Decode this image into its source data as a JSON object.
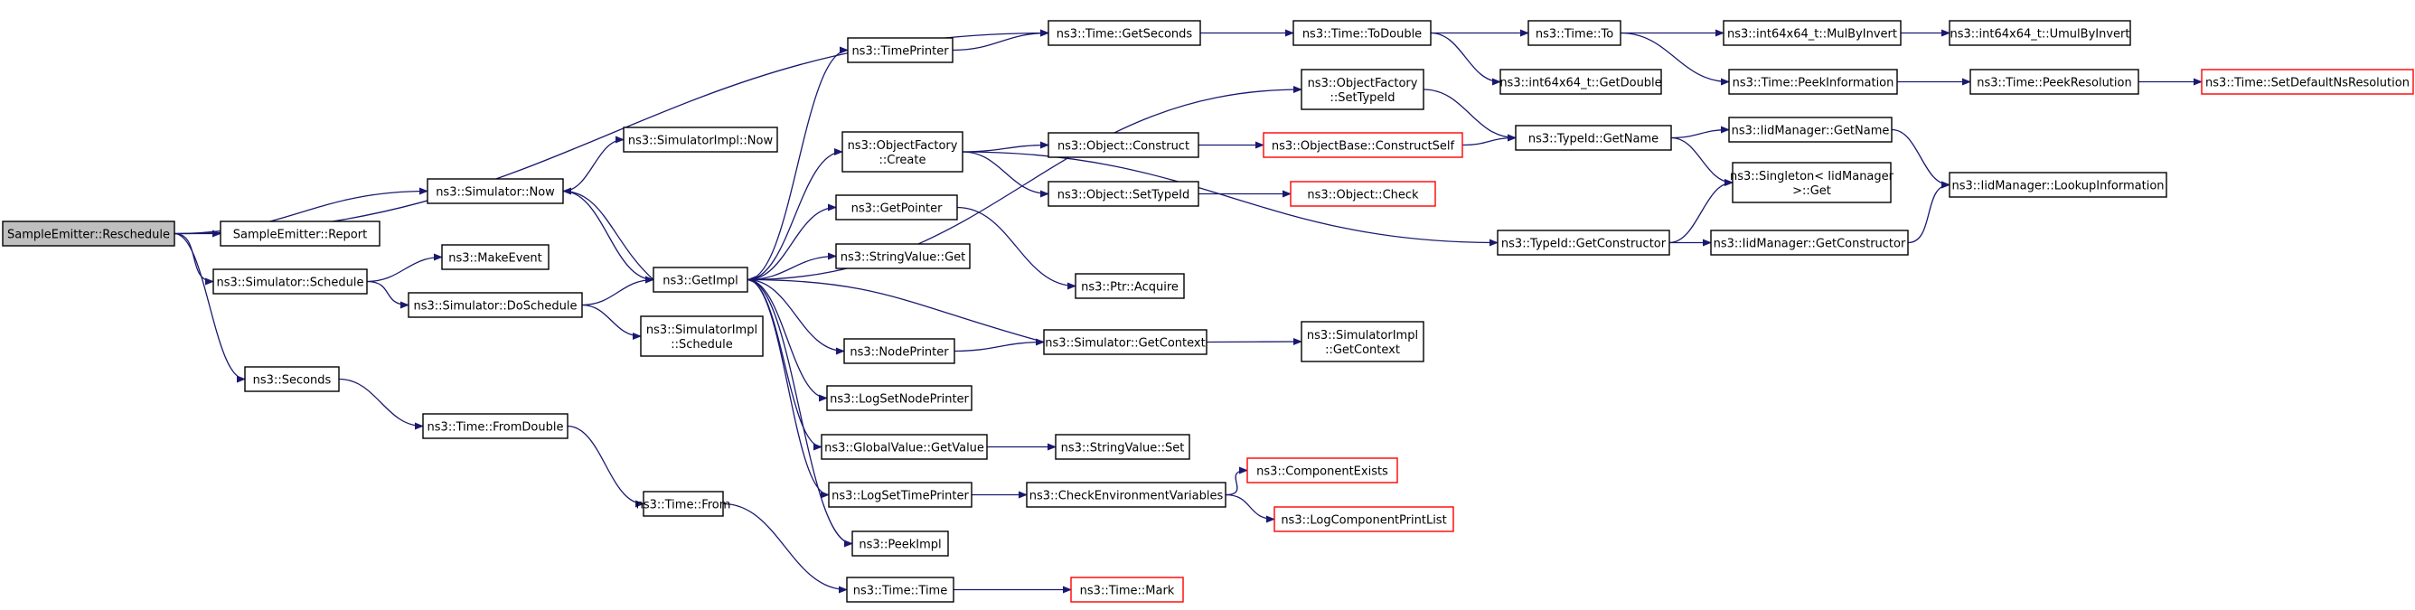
{
  "graph": {
    "edge_color": "#191970",
    "truncated_color": "#ff0000",
    "root_fill": "#bfbfbf",
    "nodes": [
      {
        "id": "reschedule",
        "lines": [
          "SampleEmitter::Reschedule"
        ]
      },
      {
        "id": "report",
        "lines": [
          "SampleEmitter::Report"
        ]
      },
      {
        "id": "sim_now",
        "lines": [
          "ns3::Simulator::Now"
        ]
      },
      {
        "id": "sim_schedule",
        "lines": [
          "ns3::Simulator::Schedule"
        ]
      },
      {
        "id": "seconds",
        "lines": [
          "ns3::Seconds"
        ]
      },
      {
        "id": "getseconds",
        "lines": [
          "ns3::Time::GetSeconds"
        ]
      },
      {
        "id": "simimpl_now",
        "lines": [
          "ns3::SimulatorImpl::Now"
        ]
      },
      {
        "id": "getimpl",
        "lines": [
          "ns3::GetImpl"
        ]
      },
      {
        "id": "makeevent",
        "lines": [
          "ns3::MakeEvent"
        ]
      },
      {
        "id": "doschedule",
        "lines": [
          "ns3::Simulator::DoSchedule"
        ]
      },
      {
        "id": "simimpl_schedule",
        "lines": [
          "ns3::SimulatorImpl",
          "::Schedule"
        ]
      },
      {
        "id": "fromdouble",
        "lines": [
          "ns3::Time::FromDouble"
        ]
      },
      {
        "id": "from",
        "lines": [
          "ns3::Time::From"
        ]
      },
      {
        "id": "timector",
        "lines": [
          "ns3::Time::Time"
        ]
      },
      {
        "id": "mark",
        "lines": [
          "ns3::Time::Mark"
        ],
        "truncated": true
      },
      {
        "id": "timeprinter",
        "lines": [
          "ns3::TimePrinter"
        ]
      },
      {
        "id": "of_create",
        "lines": [
          "ns3::ObjectFactory",
          "::Create"
        ]
      },
      {
        "id": "getpointer",
        "lines": [
          "ns3::GetPointer"
        ]
      },
      {
        "id": "stringvalue_get",
        "lines": [
          "ns3::StringValue::Get"
        ]
      },
      {
        "id": "nodeprinter",
        "lines": [
          "ns3::NodePrinter"
        ]
      },
      {
        "id": "logsetnodeprinter",
        "lines": [
          "ns3::LogSetNodePrinter"
        ]
      },
      {
        "id": "gv_getvalue",
        "lines": [
          "ns3::GlobalValue::GetValue"
        ]
      },
      {
        "id": "logsettimeprinter",
        "lines": [
          "ns3::LogSetTimePrinter"
        ]
      },
      {
        "id": "peekimpl",
        "lines": [
          "ns3::PeekImpl"
        ]
      },
      {
        "id": "todouble",
        "lines": [
          "ns3::Time::ToDouble"
        ]
      },
      {
        "id": "of_settypeid",
        "lines": [
          "ns3::ObjectFactory",
          "::SetTypeId"
        ]
      },
      {
        "id": "obj_construct",
        "lines": [
          "ns3::Object::Construct"
        ]
      },
      {
        "id": "obj_settypeid",
        "lines": [
          "ns3::Object::SetTypeId"
        ]
      },
      {
        "id": "ptr_acquire",
        "lines": [
          "ns3::Ptr::Acquire"
        ]
      },
      {
        "id": "sim_getcontext",
        "lines": [
          "ns3::Simulator::GetContext"
        ]
      },
      {
        "id": "stringvalue_set",
        "lines": [
          "ns3::StringValue::Set"
        ]
      },
      {
        "id": "checkenv",
        "lines": [
          "ns3::CheckEnvironmentVariables"
        ]
      },
      {
        "id": "time_to",
        "lines": [
          "ns3::Time::To"
        ]
      },
      {
        "id": "int64_getdouble",
        "lines": [
          "ns3::int64x64_t::GetDouble"
        ]
      },
      {
        "id": "constructself",
        "lines": [
          "ns3::ObjectBase::ConstructSelf"
        ],
        "truncated": true
      },
      {
        "id": "obj_check",
        "lines": [
          "ns3::Object::Check"
        ],
        "truncated": true
      },
      {
        "id": "typeid_getname",
        "lines": [
          "ns3::TypeId::GetName"
        ]
      },
      {
        "id": "typeid_getconstructor",
        "lines": [
          "ns3::TypeId::GetConstructor"
        ]
      },
      {
        "id": "simimpl_getcontext",
        "lines": [
          "ns3::SimulatorImpl",
          "::GetContext"
        ]
      },
      {
        "id": "componentexists",
        "lines": [
          "ns3::ComponentExists"
        ],
        "truncated": true
      },
      {
        "id": "logcomponentprintlist",
        "lines": [
          "ns3::LogComponentPrintList"
        ],
        "truncated": true
      },
      {
        "id": "mulbyinvert",
        "lines": [
          "ns3::int64x64_t::MulByInvert"
        ]
      },
      {
        "id": "peekinformation",
        "lines": [
          "ns3::Time::PeekInformation"
        ]
      },
      {
        "id": "iid_getname",
        "lines": [
          "ns3::IidManager::GetName"
        ]
      },
      {
        "id": "singleton_get",
        "lines": [
          "ns3::Singleton< IidManager",
          ">::Get"
        ]
      },
      {
        "id": "iid_getconstructor",
        "lines": [
          "ns3::IidManager::GetConstructor"
        ]
      },
      {
        "id": "umulbyinvert",
        "lines": [
          "ns3::int64x64_t::UmulByInvert"
        ]
      },
      {
        "id": "peekresolution",
        "lines": [
          "ns3::Time::PeekResolution"
        ]
      },
      {
        "id": "lookupinformation",
        "lines": [
          "ns3::IidManager::LookupInformation"
        ]
      },
      {
        "id": "setdefaultnsresolution",
        "lines": [
          "ns3::Time::SetDefaultNsResolution"
        ],
        "truncated": true
      }
    ],
    "edges": [
      [
        "reschedule",
        "report"
      ],
      [
        "reschedule",
        "sim_now"
      ],
      [
        "reschedule",
        "sim_schedule"
      ],
      [
        "reschedule",
        "seconds"
      ],
      [
        "reschedule",
        "getseconds"
      ],
      [
        "sim_now",
        "simimpl_now"
      ],
      [
        "sim_now",
        "getimpl"
      ],
      [
        "sim_schedule",
        "makeevent"
      ],
      [
        "sim_schedule",
        "doschedule"
      ],
      [
        "doschedule",
        "getimpl"
      ],
      [
        "doschedule",
        "simimpl_schedule"
      ],
      [
        "seconds",
        "fromdouble"
      ],
      [
        "fromdouble",
        "from"
      ],
      [
        "from",
        "timector"
      ],
      [
        "timector",
        "mark"
      ],
      [
        "getimpl",
        "sim_now"
      ],
      [
        "getimpl",
        "timeprinter"
      ],
      [
        "getimpl",
        "of_create"
      ],
      [
        "getimpl",
        "of_settypeid"
      ],
      [
        "getimpl",
        "getpointer"
      ],
      [
        "getimpl",
        "stringvalue_get"
      ],
      [
        "getimpl",
        "nodeprinter"
      ],
      [
        "getimpl",
        "logsetnodeprinter"
      ],
      [
        "getimpl",
        "gv_getvalue"
      ],
      [
        "getimpl",
        "logsettimeprinter"
      ],
      [
        "getimpl",
        "peekimpl"
      ],
      [
        "timeprinter",
        "getseconds"
      ],
      [
        "getseconds",
        "todouble"
      ],
      [
        "todouble",
        "time_to"
      ],
      [
        "todouble",
        "int64_getdouble"
      ],
      [
        "time_to",
        "mulbyinvert"
      ],
      [
        "time_to",
        "peekinformation"
      ],
      [
        "mulbyinvert",
        "umulbyinvert"
      ],
      [
        "peekinformation",
        "peekresolution"
      ],
      [
        "peekresolution",
        "setdefaultnsresolution"
      ],
      [
        "of_settypeid",
        "typeid_getname"
      ],
      [
        "of_create",
        "obj_construct"
      ],
      [
        "of_create",
        "obj_settypeid"
      ],
      [
        "of_create",
        "typeid_getconstructor"
      ],
      [
        "obj_construct",
        "constructself"
      ],
      [
        "constructself",
        "typeid_getname"
      ],
      [
        "obj_settypeid",
        "obj_check"
      ],
      [
        "typeid_getname",
        "iid_getname"
      ],
      [
        "typeid_getname",
        "singleton_get"
      ],
      [
        "iid_getname",
        "lookupinformation"
      ],
      [
        "typeid_getconstructor",
        "singleton_get"
      ],
      [
        "typeid_getconstructor",
        "iid_getconstructor"
      ],
      [
        "iid_getconstructor",
        "lookupinformation"
      ],
      [
        "getpointer",
        "ptr_acquire"
      ],
      [
        "nodeprinter",
        "sim_getcontext"
      ],
      [
        "sim_getcontext",
        "getimpl"
      ],
      [
        "sim_getcontext",
        "simimpl_getcontext"
      ],
      [
        "gv_getvalue",
        "stringvalue_set"
      ],
      [
        "logsettimeprinter",
        "checkenv"
      ],
      [
        "checkenv",
        "componentexists"
      ],
      [
        "checkenv",
        "logcomponentprintlist"
      ]
    ]
  }
}
